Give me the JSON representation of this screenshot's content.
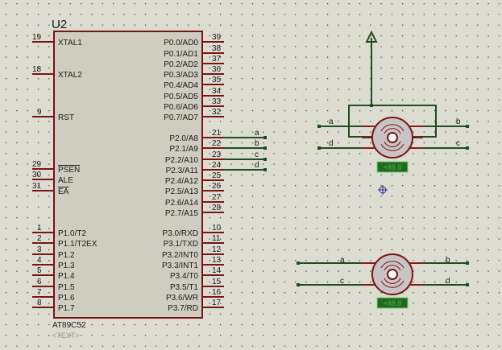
{
  "colors": {
    "background": "#dcdcd0",
    "chip_body": "#cfcdc0",
    "chip_border": "#7a1414",
    "wire": "#1f4d1f",
    "motor_body": "#c8c4c4",
    "display": "#1e6b1e"
  },
  "chip": {
    "ref": "U2",
    "part": "AT89C52",
    "text_placeholder": "<TEXT>",
    "left_pins": [
      {
        "num": "19",
        "name": "XTAL1"
      },
      {
        "num": "18",
        "name": "XTAL2"
      },
      {
        "num": "9",
        "name": "RST"
      },
      {
        "num": "29",
        "name": "PSEN",
        "overline": true
      },
      {
        "num": "30",
        "name": "ALE"
      },
      {
        "num": "31",
        "name": "EA",
        "overline": true
      },
      {
        "num": "1",
        "name": "P1.0/T2"
      },
      {
        "num": "2",
        "name": "P1.1/T2EX"
      },
      {
        "num": "3",
        "name": "P1.2"
      },
      {
        "num": "4",
        "name": "P1.3"
      },
      {
        "num": "5",
        "name": "P1.4"
      },
      {
        "num": "6",
        "name": "P1.5"
      },
      {
        "num": "7",
        "name": "P1.6"
      },
      {
        "num": "8",
        "name": "P1.7"
      }
    ],
    "right_pins": [
      {
        "num": "39",
        "name": "P0.0/AD0"
      },
      {
        "num": "38",
        "name": "P0.1/AD1"
      },
      {
        "num": "37",
        "name": "P0.2/AD2"
      },
      {
        "num": "36",
        "name": "P0.3/AD3"
      },
      {
        "num": "35",
        "name": "P0.4/AD4"
      },
      {
        "num": "34",
        "name": "P0.5/AD5"
      },
      {
        "num": "33",
        "name": "P0.6/AD6"
      },
      {
        "num": "32",
        "name": "P0.7/AD7"
      },
      {
        "num": "21",
        "name": "P2.0/A8",
        "net": "a"
      },
      {
        "num": "22",
        "name": "P2.1/A9",
        "net": "b"
      },
      {
        "num": "23",
        "name": "P2.2/A10",
        "net": "c"
      },
      {
        "num": "24",
        "name": "P2.3/A11",
        "net": "d"
      },
      {
        "num": "25",
        "name": "P2.4/A12"
      },
      {
        "num": "26",
        "name": "P2.5/A13"
      },
      {
        "num": "27",
        "name": "P2.6/A14"
      },
      {
        "num": "28",
        "name": "P2.7/A15"
      },
      {
        "num": "10",
        "name": "P3.0/RXD"
      },
      {
        "num": "11",
        "name": "P3.1/TXD"
      },
      {
        "num": "12",
        "name": "P3.2/INT0"
      },
      {
        "num": "13",
        "name": "P3.3/INT1"
      },
      {
        "num": "14",
        "name": "P3.4/T0"
      },
      {
        "num": "15",
        "name": "P3.5/T1"
      },
      {
        "num": "16",
        "name": "P3.6/WR"
      },
      {
        "num": "17",
        "name": "P3.7/RD"
      }
    ]
  },
  "motor1": {
    "left_top": "a",
    "left_bottom": "d",
    "right_top": "b",
    "right_bottom": "c",
    "display": "+88.8"
  },
  "motor2": {
    "left_top": "a",
    "left_bottom": "c",
    "right_top": "b",
    "right_bottom": "d",
    "display": "+88.8"
  }
}
